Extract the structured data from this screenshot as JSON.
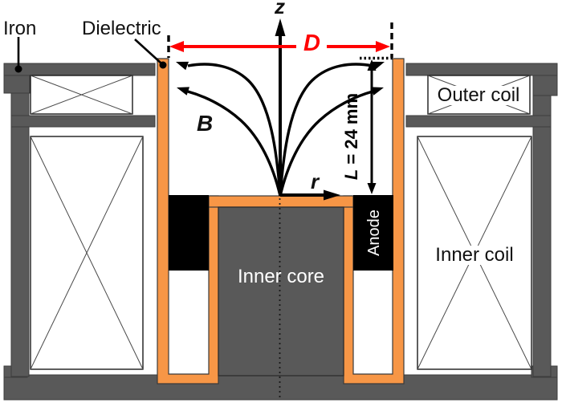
{
  "labels": {
    "iron": "Iron",
    "dielectric": "Dielectric",
    "outer_coil": "Outer coil",
    "inner_coil": "Inner coil",
    "inner_core": "Inner core",
    "anode": "Anode"
  },
  "annotations": {
    "magnetic_field": "B",
    "z_axis": "z",
    "r_axis": "r",
    "diameter": "D",
    "channel_length_symbol": "L",
    "channel_length_value": "= 24 mm"
  },
  "colors": {
    "iron_gray": "#595959",
    "dielectric_orange": "#F79646",
    "anode_black": "#000000",
    "dimension_red": "#FF0000"
  }
}
